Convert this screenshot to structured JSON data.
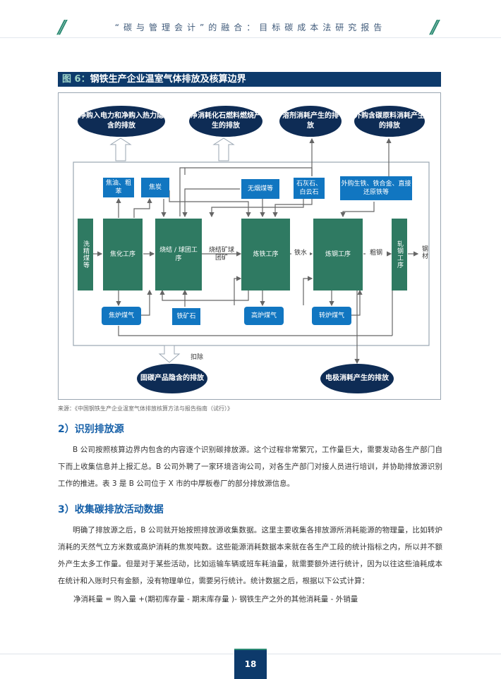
{
  "header": {
    "title": "“碳与管理会计”的融合：目标碳成本法研究报告"
  },
  "figure": {
    "number": "图 6：",
    "title": "钢铁生产企业温室气体排放及核算边界",
    "ellipses": {
      "power": "净购入电力和净购入热力隐含的排放",
      "fossil": "净消耗化石燃料燃烧产生的排放",
      "flux": "溶剂消耗产生的排放",
      "carbon_material": "外购含碳原料消耗产生的排放",
      "fixed_carbon": "固碳产品隐含的排放",
      "electrode": "电极消耗产生的排放"
    },
    "boxes": {
      "coke_oil": "焦油、粗苯",
      "coke": "焦炭",
      "anthracite": "无烟煤等",
      "limestone": "石灰石、白云石",
      "purchased": "外购生铁、铁合金、直接还原铁等",
      "wash_coal": "洗精煤等",
      "coking": "焦化工序",
      "sinter": "烧结 / 球团工序",
      "ironmaking": "炼铁工序",
      "steelmaking": "炼钢工序",
      "rolling": "轧钢工序",
      "coke_gas": "焦炉煤气",
      "iron_ore": "铁矿石",
      "bf_gas": "高炉煤气",
      "converter_gas": "转炉煤气"
    },
    "labels": {
      "sinter_ore": "烧结矿球团矿",
      "molten_iron": "铁水",
      "crude_steel": "粗钢",
      "steel": "钢材",
      "deduct": "扣除"
    }
  },
  "source": "来源：《中国钢铁生产企业温室气体排放核算方法与报告指南（试行）》",
  "sections": [
    {
      "heading": "2）识别排放源",
      "paragraphs": [
        "B 公司按照核算边界内包含的内容逐个识别碳排放源。这个过程非常繁冗，工作量巨大，需要发动各生产部门自下而上收集信息并上报汇总。B 公司外聘了一家环境咨询公司，对各生产部门对接人员进行培训，并协助排放源识别工作的推进。表 3 是 B 公司位于 X 市的中厚板卷厂的部分排放源信息。"
      ]
    },
    {
      "heading": "3）收集碳排放活动数据",
      "paragraphs": [
        "明确了排放源之后，B 公司就开始按照排放源收集数据。这里主要收集各排放源所消耗能源的物理量，比如转炉消耗的天然气立方米数或高炉消耗的焦炭吨数。这些能源消耗数据本来就在各生产工段的统计指标之内，所以并不额外产生太多工作量。但是对于某些活动，比如运输车辆或班车耗油量，就需要额外进行统计，因为以往这些油耗成本在统计和入账时只有金额，没有物理单位，需要另行统计。统计数据之后，根据以下公式计算："
      ]
    }
  ],
  "formula": "净消耗量 = 购入量 +(期初库存量 - 期末库存量 )- 钢铁生产之外的其他消耗量 - 外销量",
  "footer": {
    "page": "18"
  }
}
